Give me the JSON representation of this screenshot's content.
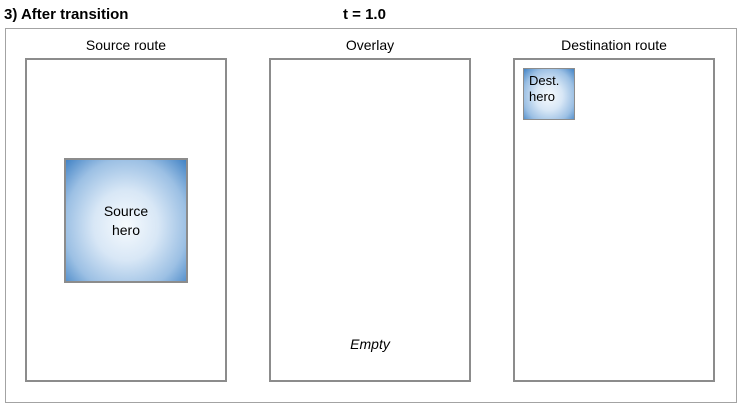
{
  "header": {
    "title": "3) After transition",
    "time_label": "t = 1.0"
  },
  "source_panel": {
    "label": "Source route",
    "hero_label": "Source\nhero"
  },
  "overlay_panel": {
    "label": "Overlay",
    "empty_label": "Empty"
  },
  "destination_panel": {
    "label": "Destination route",
    "hero_label": "Dest.\nhero"
  },
  "colors": {
    "hero_edge_blue": "#4283c5",
    "hero_center_light": "#f6fafd",
    "panel_border_gray": "#8c8c8c",
    "outer_border_gray": "#a3a3a3",
    "text": "#000000",
    "background": "#ffffff"
  }
}
